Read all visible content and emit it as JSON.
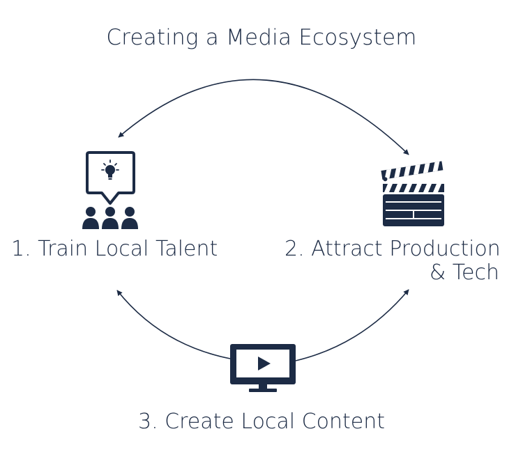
{
  "title": "Creating a Media Ecosystem",
  "steps": [
    {
      "label": "1. Train Local Talent",
      "icon": "presentation-audience-icon"
    },
    {
      "label_line1": "2. Attract Production",
      "label_line2": "& Tech",
      "icon": "clapperboard-icon"
    },
    {
      "label": "3. Create Local Content",
      "icon": "video-monitor-icon"
    }
  ],
  "colors": {
    "primary": "#1c2b45",
    "background": "#ffffff"
  }
}
